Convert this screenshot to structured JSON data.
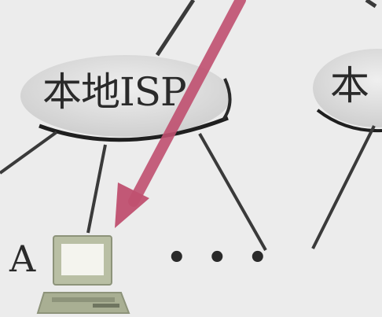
{
  "diagram": {
    "left_isp_label": "本地ISP",
    "right_isp_label": "本",
    "host_label": "A",
    "ellipsis": "• • •",
    "colors": {
      "background": "#ececec",
      "ellipse_fill": "#d9d9d9",
      "line": "#3a3a3a",
      "arrow": "#c05070",
      "computer_body": "#b9bfa4",
      "computer_screen": "#f4f4ee"
    },
    "icons": [
      "computer-icon",
      "arrow"
    ]
  }
}
